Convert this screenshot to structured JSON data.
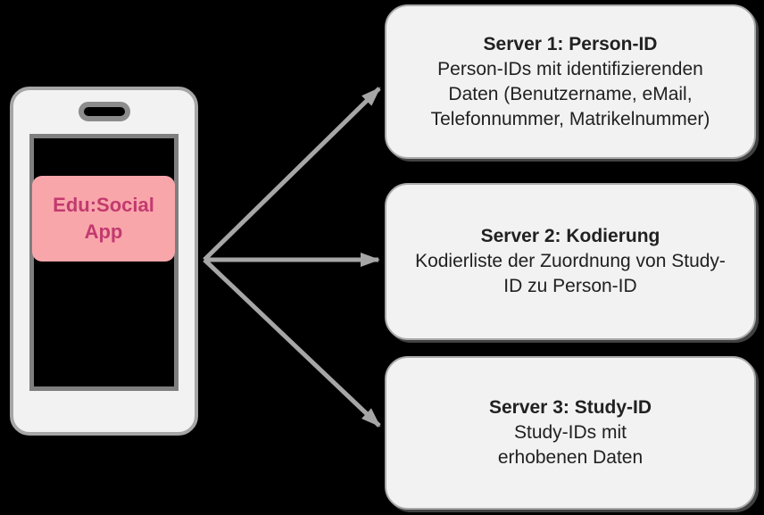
{
  "phone": {
    "app_label": "Edu:Social\nApp"
  },
  "servers": [
    {
      "title": "Server 1: Person-ID",
      "description": "Person-IDs mit identifizierenden\nDaten (Benutzername, eMail,\nTelefonnummer, Matrikelnummer)"
    },
    {
      "title": "Server 2: Kodierung",
      "description": "Kodierliste der Zuordnung von Study-\nID zu Person-ID"
    },
    {
      "title": "Server 3: Study-ID",
      "description": "Study-IDs mit\nerhobenen Daten"
    }
  ],
  "colors": {
    "background": "#000000",
    "box_fill": "#f2f2f2",
    "box_border": "#aaaaaa",
    "arrow": "#a6a6a6",
    "phone_body": "#f2f2f2",
    "phone_border": "#a6a6a6",
    "screen_border": "#7f7f7f",
    "app_badge_fill": "#f9a6ab",
    "app_badge_text": "#c23a6e",
    "text": "#212121"
  }
}
